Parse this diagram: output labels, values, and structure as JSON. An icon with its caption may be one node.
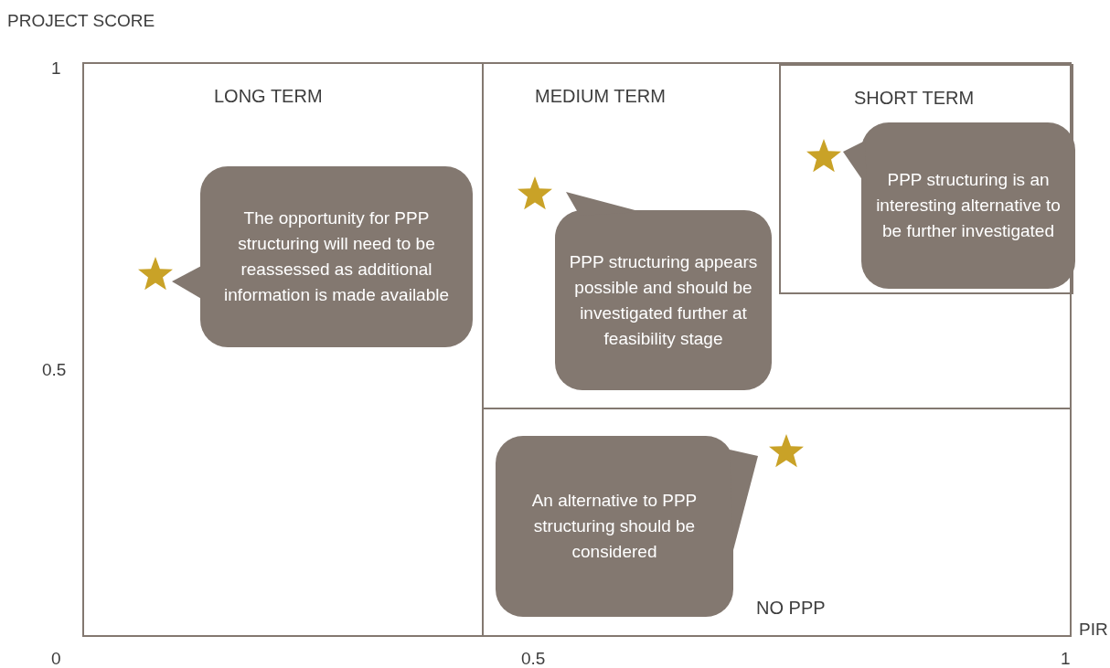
{
  "diagram": {
    "nodes": [
      {
        "text": [
          "LONG TERM"
        ]
      },
      {
        "text": [
          "The opportunity for PPP structuring will need to be reassessed as additional information is made available"
        ],
        "in": 0
      },
      {
        "text": [],
        "shape": "star",
        "in": 0
      },
      {
        "text": [
          "MEDIUM TERM"
        ]
      },
      {
        "text": [],
        "shape": "star",
        "in": 3
      },
      {
        "text": [
          "PPP structuring appears possible and should be investigated further at feasibility stage"
        ],
        "in": 3
      },
      {
        "text": [
          "SHORT TERM"
        ],
        "in": 3
      },
      {
        "text": [],
        "shape": "star",
        "in": 6
      },
      {
        "text": [
          "PPP structuring is an interesting alternative to be further investigated"
        ],
        "in": 6
      },
      {
        "text": [
          "NO PPP"
        ]
      },
      {
        "text": [
          "An alternative to PPP structuring should be considered"
        ],
        "in": 9
      },
      {
        "text": [],
        "shape": "star",
        "in": 9
      }
    ],
    "labels": [
      "PROJECT SCORE",
      "1",
      "0.5",
      "PIR",
      "0",
      "0.5",
      "1"
    ]
  }
}
